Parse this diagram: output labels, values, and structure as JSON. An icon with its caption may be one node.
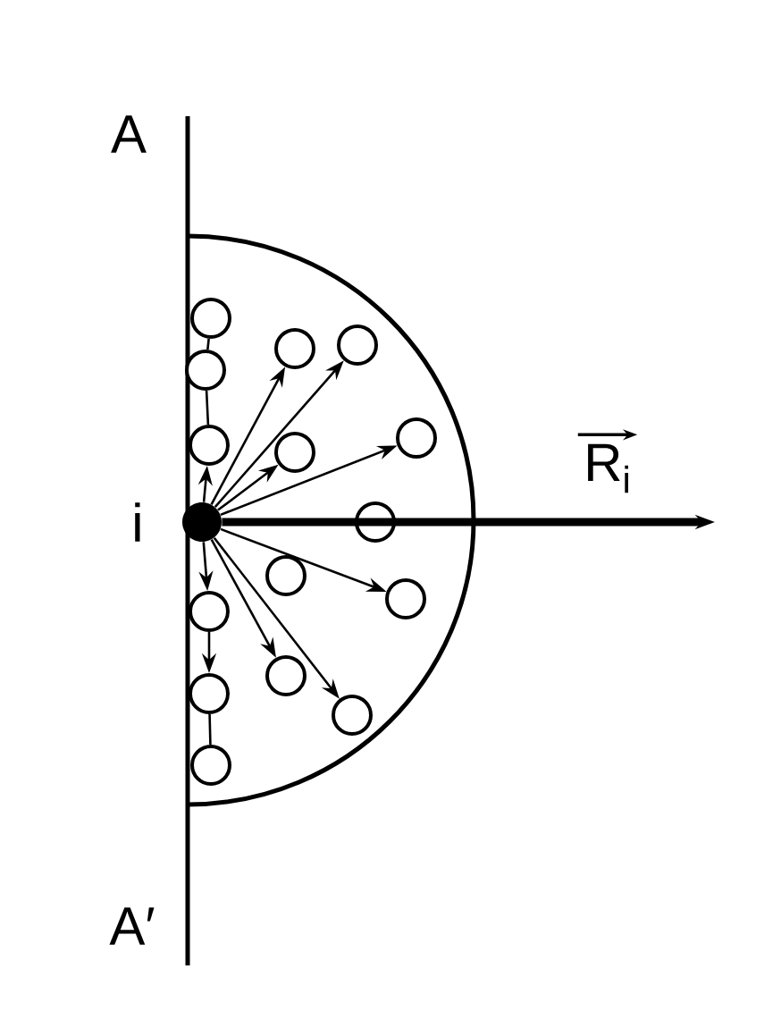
{
  "diagram": {
    "nodes": [
      {
        "text": [],
        "shape": "circle",
        "beside": [
          "i"
        ]
      },
      {
        "text": [],
        "shape": "circle"
      },
      {
        "text": [],
        "shape": "circle"
      },
      {
        "text": [],
        "shape": "circle"
      },
      {
        "text": [],
        "shape": "circle"
      },
      {
        "text": [],
        "shape": "circle"
      },
      {
        "text": [],
        "shape": "circle"
      },
      {
        "text": [],
        "shape": "circle"
      },
      {
        "text": [],
        "shape": "circle"
      },
      {
        "text": [],
        "shape": "circle"
      },
      {
        "text": [],
        "shape": "circle"
      },
      {
        "text": [],
        "shape": "circle"
      },
      {
        "text": [],
        "shape": "circle"
      },
      {
        "text": [],
        "shape": "circle"
      },
      {
        "text": [],
        "shape": "circle"
      },
      {
        "text": [],
        "shape": "circle"
      }
    ],
    "edges": [
      {
        "from": 0,
        "to": 3,
        "arrow": "to"
      },
      {
        "from": 0,
        "to": 2,
        "arrow": "to"
      },
      {
        "from": 0,
        "to": 7,
        "arrow": "to"
      },
      {
        "from": 0,
        "to": 5,
        "arrow": "to"
      },
      {
        "from": 0,
        "to": 10,
        "arrow": "to"
      },
      {
        "from": 0,
        "to": 12,
        "arrow": "to"
      },
      {
        "from": 0,
        "to": 14,
        "arrow": "to"
      },
      {
        "from": 0,
        "to": 11,
        "arrow": "to"
      },
      {
        "from": 0,
        "to": 6,
        "arrow": "to"
      },
      {
        "from": 11,
        "to": 13,
        "arrow": "to"
      },
      {
        "from": 1,
        "to": 4,
        "arrow": "none"
      },
      {
        "from": 4,
        "to": 6,
        "arrow": "none"
      },
      {
        "from": 13,
        "to": 15,
        "arrow": "none"
      },
      {
        "from": 0,
        "to": null,
        "arrow": "to",
        "label": "R$_{i}$",
        "style": "thick"
      }
    ],
    "labels": [
      "A",
      "A′"
    ]
  }
}
